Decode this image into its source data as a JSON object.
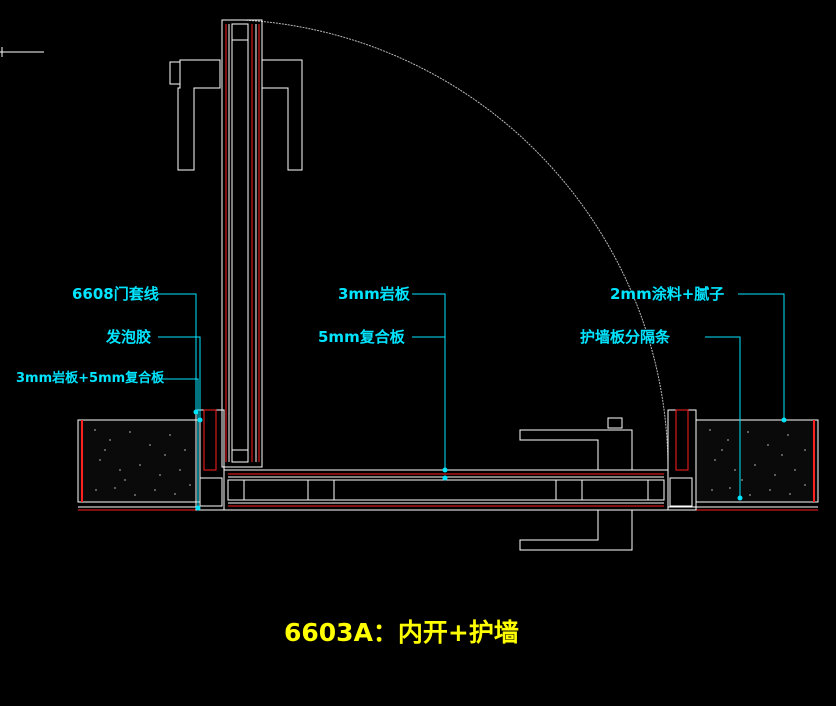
{
  "drawing": {
    "title": "6603A：内开+护墙",
    "annotations": {
      "frame_line": "6608门套线",
      "foam_glue": "发泡胶",
      "rock_panel_composite": "3mm岩板+5mm复合板",
      "rock_panel": "3mm岩板",
      "composite_panel": "5mm复合板",
      "coating_putty": "2mm涂料+腻子",
      "wall_panel_divider": "护墙板分隔条"
    }
  },
  "colors": {
    "background": "#000000",
    "lines": "#ffffff",
    "accent_red": "#ff2020",
    "label": "#00e5ff",
    "title": "#ffff00"
  }
}
